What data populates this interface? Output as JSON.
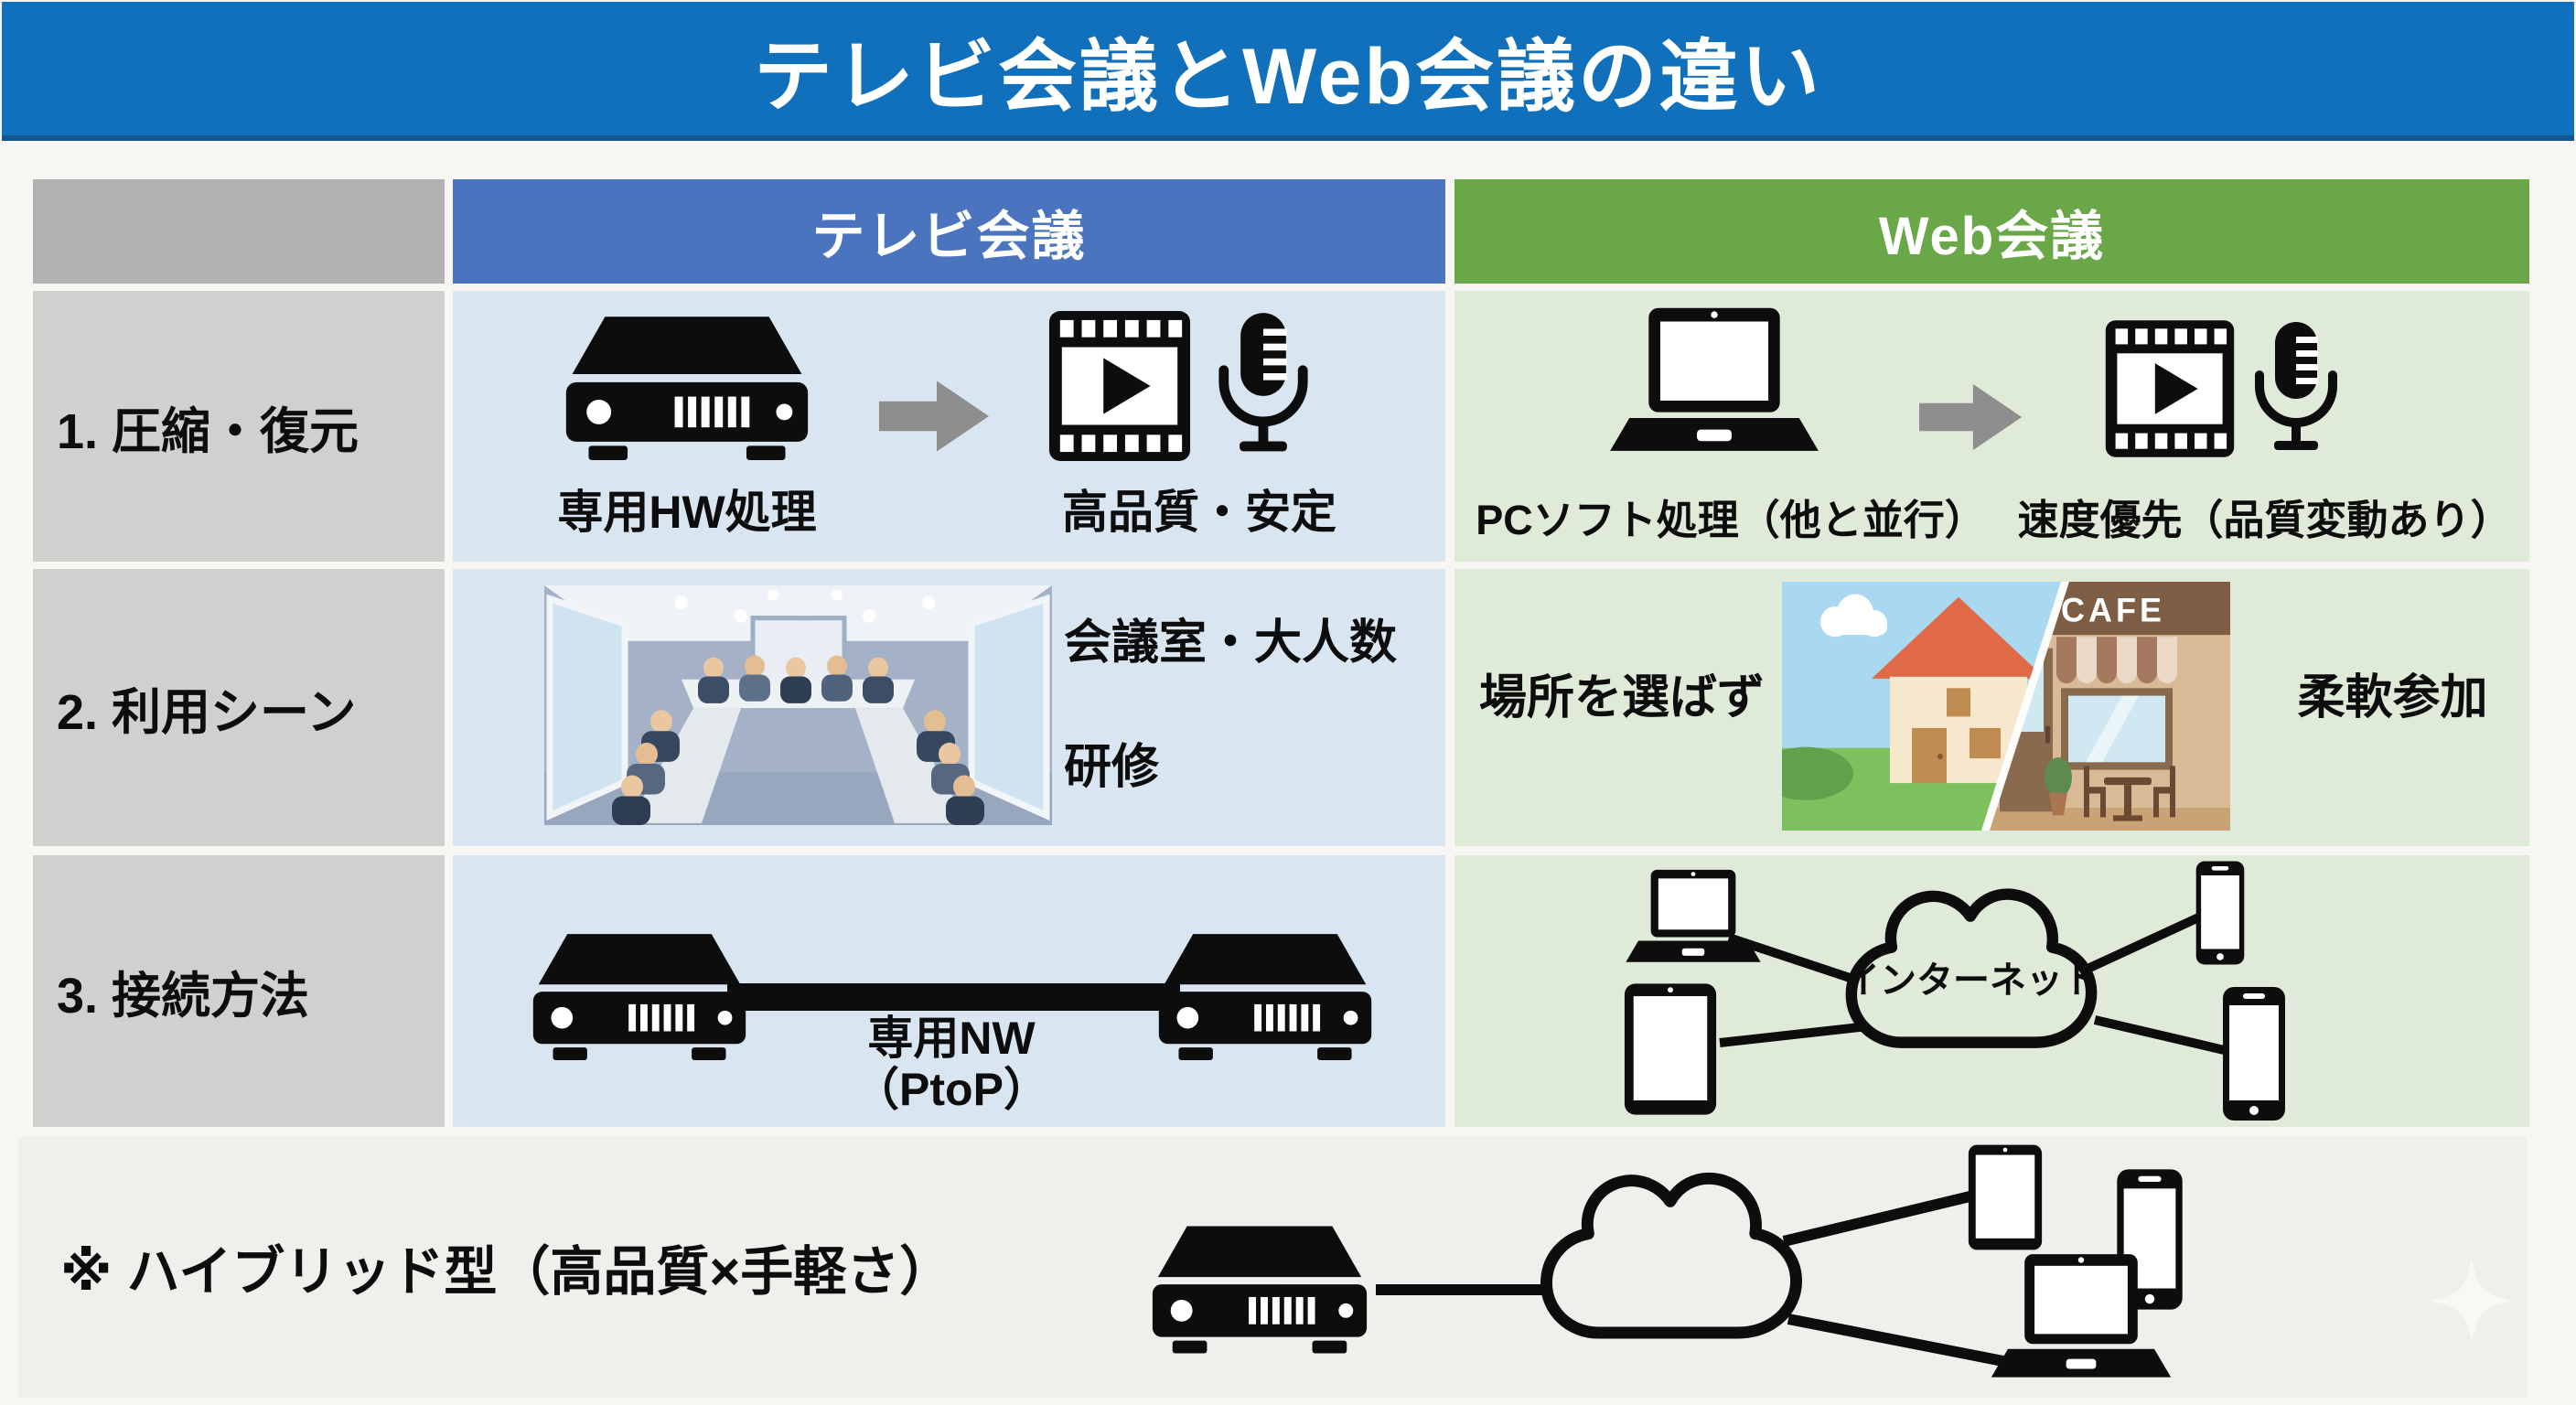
{
  "title": "テレビ会議とWeb会議の違い",
  "header": {
    "tv": "テレビ会議",
    "web": "Web会議"
  },
  "rows": [
    {
      "label": "1. 圧縮・復元",
      "tv": {
        "caption_left": "専用HW処理",
        "caption_right": "高品質・安定"
      },
      "web": {
        "caption_left": "PCソフト処理（他と並行）",
        "caption_right": "速度優先（品質変動あり）"
      }
    },
    {
      "label": "2. 利用シーン",
      "tv": {
        "caption_top": "会議室・大人数",
        "caption_bottom": "研修"
      },
      "web": {
        "caption_left": "場所を選ばず",
        "caption_right": "柔軟参加",
        "cafe_sign": "CAFE"
      }
    },
    {
      "label": "3. 接続方法",
      "tv": {
        "caption_line1": "専用NW",
        "caption_line2": "（PtoP）"
      },
      "web": {
        "cloud_label": "インターネット"
      }
    }
  ],
  "footer": {
    "note": "※ ハイブリッド型（高品質×手軽さ）"
  },
  "icons": {
    "codec-device": "video-conference hardware codec box",
    "arrow-right": "gray block arrow",
    "film-strip": "film strip with play triangle",
    "microphone": "studio microphone",
    "laptop": "laptop computer",
    "tablet": "tablet device",
    "smartphone": "smartphone device",
    "internet-cloud": "cloud outline",
    "sparkle": "four-point star watermark",
    "conference-room": "meeting room illustration",
    "home-cafe": "house and cafe illustration"
  },
  "colors": {
    "title_bar": "#1170bc",
    "tv_header": "#4a74bd",
    "web_header": "#6aa748",
    "tv_cell": "#d9e6f1",
    "web_cell": "#dfead8",
    "header_label_cell": "#b2b2b2",
    "row_label_cell": "#d0d0ce",
    "footer_panel": "#f0efec",
    "page_bg": "#f7f6f3",
    "icon_black": "#0d0d0d",
    "arrow_gray": "#8e8e8e"
  }
}
